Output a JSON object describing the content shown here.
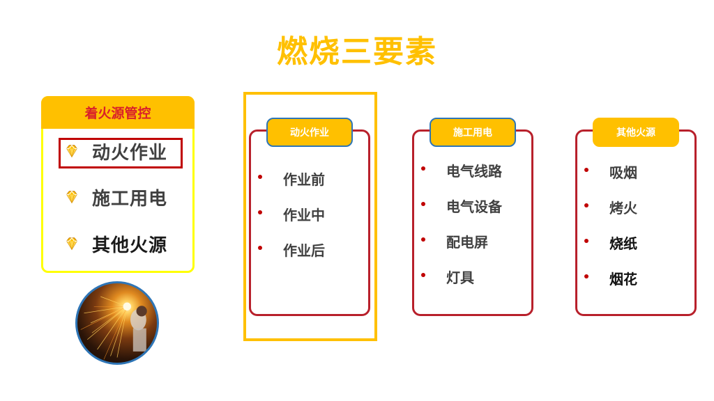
{
  "title": "燃烧三要素",
  "left_panel": {
    "header": "着火源管控",
    "items": [
      {
        "label": "动火作业",
        "icon": "gem-icon"
      },
      {
        "label": "施工用电",
        "icon": "gem-icon"
      },
      {
        "label": "其他火源",
        "icon": "gem-icon"
      }
    ]
  },
  "photo": {
    "subject": "welding-sparks-photo"
  },
  "cards": [
    {
      "header": "动火作业",
      "items": [
        "作业前",
        "作业中",
        "作业后"
      ]
    },
    {
      "header": "施工用电",
      "items": [
        "电气线路",
        "电气设备",
        "配电屏",
        "灯具"
      ]
    },
    {
      "header": "其他火源",
      "items": [
        "吸烟",
        "烤火",
        "烧纸",
        "烟花"
      ]
    }
  ],
  "colors": {
    "accent": "#ffc000",
    "header_text_red": "#d9202a",
    "card_border": "#b8202b",
    "bullet": "#c00000",
    "highlight": "#c00000",
    "panel_border": "#ffff00",
    "header_outline": "#2e75b6"
  }
}
